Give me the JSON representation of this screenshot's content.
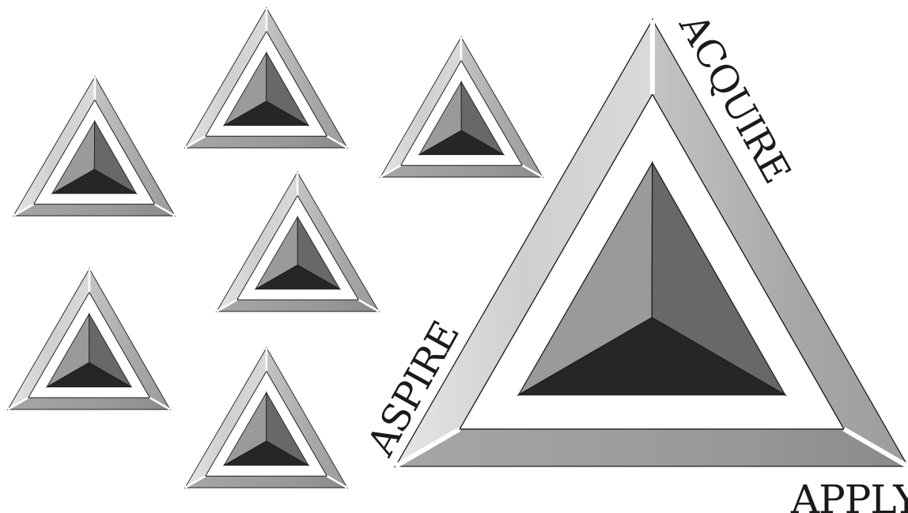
{
  "diagram": {
    "labels": {
      "acquire": "ACQUIRE",
      "aspire": "ASPIRE",
      "apply": "APPLY"
    },
    "colors": {
      "background": "#ffffff",
      "bevel_left": "#d4d4d4",
      "bevel_right": "#a7a7a7",
      "bevel_bottom": "#9a9a9a",
      "core_left": "#9a9a9a",
      "core_right": "#686868",
      "core_bottom": "#262626",
      "outline": "#1e1e1e",
      "text": "#1a1a1a"
    }
  }
}
